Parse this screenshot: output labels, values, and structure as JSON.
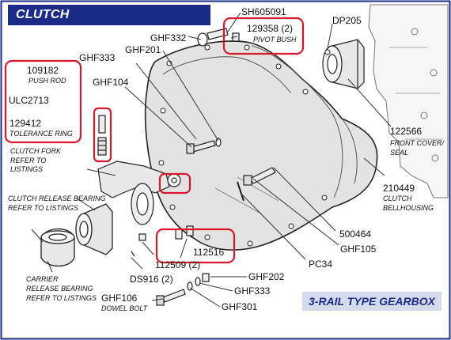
{
  "header": {
    "title": "CLUTCH HOUSING/OPERATION"
  },
  "badge": {
    "text": "3-RAIL TYPE GEARBOX"
  },
  "colors": {
    "title_bg": "#1b2c87",
    "badge_bg": "#d6dbec",
    "highlight": "#d8182a",
    "border": "#1b2c87"
  },
  "parts": {
    "sh605091": {
      "code": "SH605091"
    },
    "p129358": {
      "code": "129358 (2)",
      "desc": "PIVOT BUSH"
    },
    "ghf332": {
      "code": "GHF332"
    },
    "dp205": {
      "code": "DP205"
    },
    "ghf333_top": {
      "code": "GHF333"
    },
    "ghf201": {
      "code": "GHF201"
    },
    "p109182": {
      "code": "109182",
      "desc": "PUSH ROD"
    },
    "ghf104": {
      "code": "GHF104"
    },
    "ulc2713": {
      "code": "ULC2713"
    },
    "p129412": {
      "code": "129412",
      "desc": "TOLERANCE RING"
    },
    "clutch_fork": {
      "desc1": "CLUTCH FORK",
      "desc2": "REFER TO",
      "desc3": "LISTINGS"
    },
    "p122566": {
      "code": "122566",
      "desc1": "FRONT COVER/",
      "desc2": "SEAL"
    },
    "p210449": {
      "code": "210449",
      "desc1": "CLUTCH",
      "desc2": "BELLHOUSING"
    },
    "release_bearing": {
      "desc1": "CLUTCH RELEASE BEARING",
      "desc2": "REFER TO LISTINGS"
    },
    "p500464": {
      "code": "500464"
    },
    "ghf105": {
      "code": "GHF105"
    },
    "pc34": {
      "code": "PC34"
    },
    "p112516": {
      "code": "112516"
    },
    "p112509": {
      "code": "112509 (2)"
    },
    "ds916": {
      "code": "DS916 (2)"
    },
    "carrier": {
      "desc1": "CARRIER",
      "desc2": "RELEASE BEARING",
      "desc3": "REFER TO LISTINGS"
    },
    "ghf202": {
      "code": "GHF202"
    },
    "ghf333_bottom": {
      "code": "GHF333"
    },
    "ghf106": {
      "code": "GHF106",
      "desc": "DOWEL BOLT"
    },
    "ghf301": {
      "code": "GHF301"
    }
  }
}
